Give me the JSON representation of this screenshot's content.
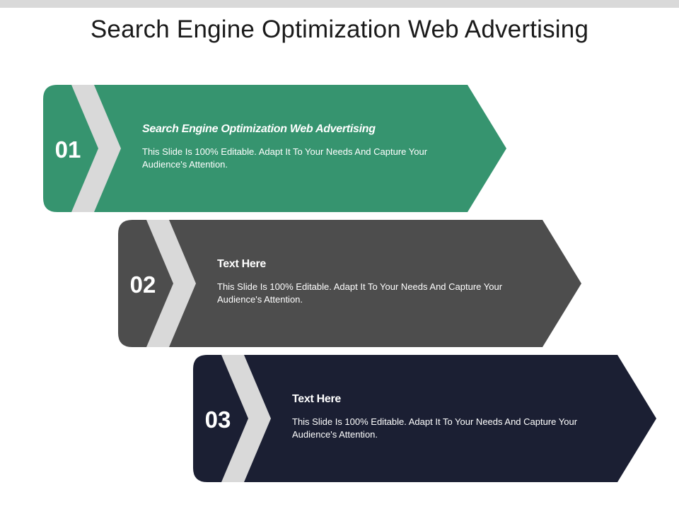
{
  "title": "Search Engine Optimization Web Advertising",
  "colors": {
    "step1": "#36946f",
    "step2": "#4d4d4d",
    "step3": "#1b1f33",
    "chevron": "#d9d9d9",
    "topbar": "#d9d9d9"
  },
  "steps": [
    {
      "number": "01",
      "heading": "Search Engine Optimization Web Advertising",
      "body": "This Slide Is 100% Editable. Adapt It To Your Needs And Capture Your Audience's Attention."
    },
    {
      "number": "02",
      "heading": "Text Here",
      "body": "This Slide Is 100% Editable. Adapt It To Your Needs And Capture Your Audience's Attention."
    },
    {
      "number": "03",
      "heading": "Text Here",
      "body": "This Slide Is 100% Editable. Adapt It To Your Needs And Capture Your Audience's Attention."
    }
  ]
}
